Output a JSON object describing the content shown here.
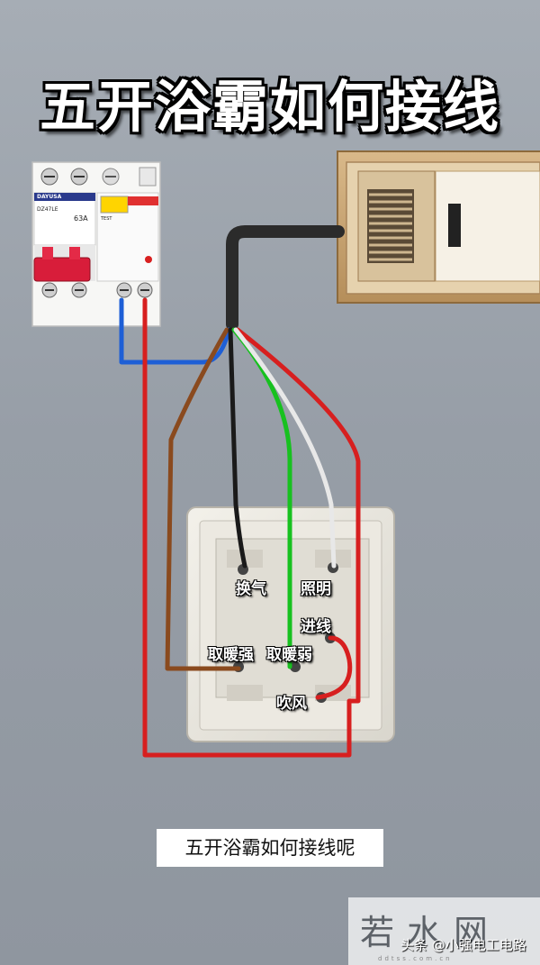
{
  "title": "五开浴霸如何接线",
  "subtitle": "五开浴霸如何接线呢",
  "breaker": {
    "brand": "DAYUSA",
    "model": "DZ47LE",
    "rating": "63A",
    "test_label": "TEST"
  },
  "switch_labels": {
    "ventilation": "换气",
    "lighting": "照明",
    "line_in": "进线",
    "heat_strong": "取暖强",
    "heat_weak": "取暖弱",
    "blow": "吹风"
  },
  "watermark": {
    "big": "若水网",
    "source": "头条 @小强电工电路",
    "url": "ddtss.com.cn"
  },
  "colors": {
    "blue": "#1e5fd6",
    "red": "#d71f1f",
    "brown": "#8a4a1e",
    "black": "#1a1a1a",
    "green": "#17c11f",
    "white": "#e8e8e8",
    "cable": "#2b2b2b"
  }
}
